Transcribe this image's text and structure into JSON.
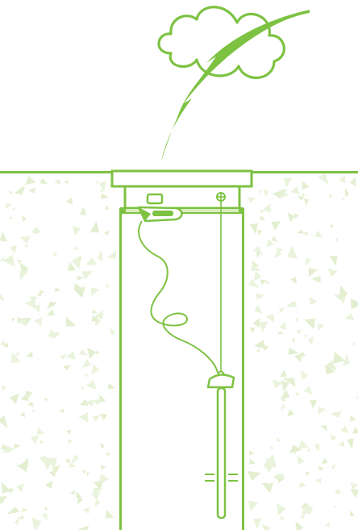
{
  "diagram": {
    "type": "illustration",
    "colors": {
      "line": "#7dc242",
      "line_dark": "#6fb43a",
      "soil_fleck": "#eaf3dc",
      "soil_fleck_alt": "#e3efd0",
      "background": "#ffffff"
    },
    "elements": [
      {
        "name": "cloud-icon",
        "kind": "cloud"
      },
      {
        "name": "lightning-bolt-icon",
        "kind": "lightning bolt"
      },
      {
        "name": "wireless-signal-arc",
        "kind": "signal arc"
      },
      {
        "name": "ground-surface",
        "kind": "ground line"
      },
      {
        "name": "well-cap",
        "kind": "well cap"
      },
      {
        "name": "well-casing",
        "kind": "vertical well casing"
      },
      {
        "name": "transmitter-device",
        "kind": "wireless transmitter"
      },
      {
        "name": "sensor-cable",
        "kind": "coiled cable"
      },
      {
        "name": "float-switch",
        "kind": "float on rod"
      },
      {
        "name": "water-level-marker",
        "kind": "dashed water level"
      }
    ]
  }
}
